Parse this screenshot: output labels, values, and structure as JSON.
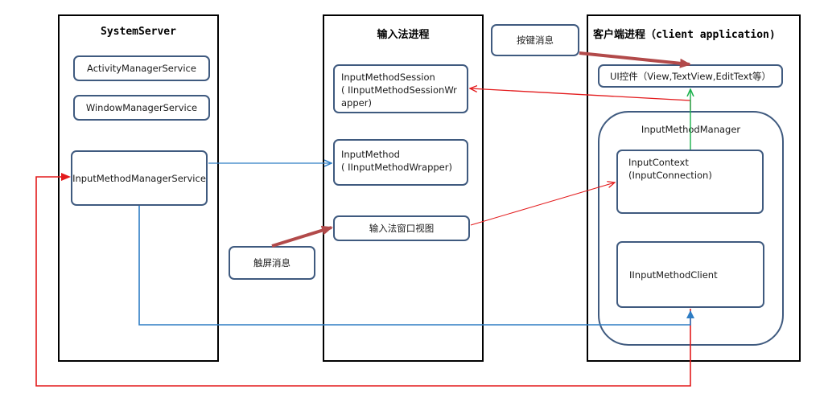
{
  "columns": {
    "system_server": {
      "title": "SystemServer"
    },
    "ime_process": {
      "title": "输入法进程"
    },
    "client_process": {
      "title": "客户端进程（client application)"
    }
  },
  "boxes": {
    "activity_manager_service": "ActivityManagerService",
    "window_manager_service": "WindowManagerService",
    "input_method_manager_service": "InputMethodManagerService",
    "input_method_session": [
      "InputMethodSession",
      "( IInputMethodSessionWr",
      "apper)"
    ],
    "input_method": [
      "InputMethod",
      "( IInputMethodWrapper)"
    ],
    "ime_window_view": "输入法窗口视图",
    "ui_controls": "UI控件（View,TextView,EditText等）",
    "input_method_manager": "InputMethodManager",
    "input_context": [
      "InputContext",
      "(InputConnection)"
    ],
    "iinput_method_client": "IInputMethodClient"
  },
  "events": {
    "key_message": "按键消息",
    "touch_message": "触屏消息"
  },
  "colors": {
    "red": "#e31a1c",
    "blue": "#2e7dc4",
    "green": "#18b04a",
    "brown": "#b24a4a",
    "box_border": "#3f5a7f"
  }
}
